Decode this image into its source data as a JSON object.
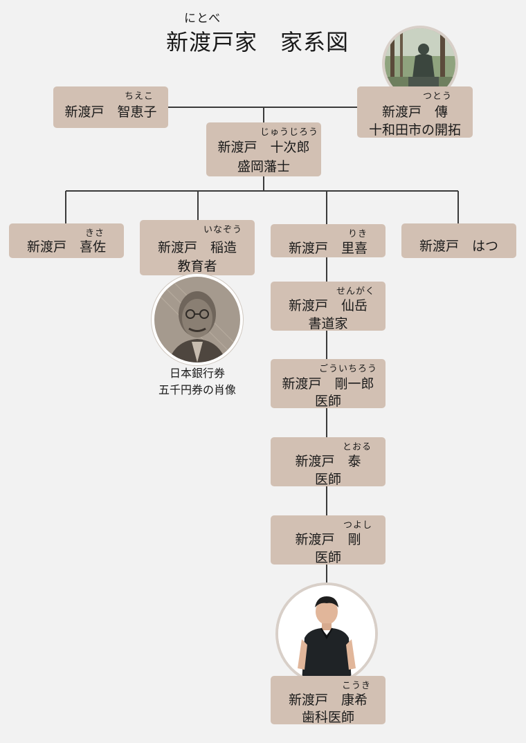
{
  "title": {
    "ruby": "にとべ",
    "text": "新渡戸家　家系図"
  },
  "people": {
    "chieko": {
      "ruby": "ちえこ",
      "name": "新渡戸　智恵子"
    },
    "tsuto": {
      "ruby": "つとう",
      "name": "新渡戸　傳",
      "role": "十和田市の開拓"
    },
    "jujiro": {
      "ruby": "じゅうじろう",
      "name": "新渡戸　十次郎",
      "role": "盛岡藩士"
    },
    "kisa": {
      "ruby": "きさ",
      "name": "新渡戸　喜佐"
    },
    "inazo": {
      "ruby": "いなぞう",
      "name": "新渡戸　稲造",
      "role": "教育者"
    },
    "riki": {
      "ruby": "りき",
      "name": "新渡戸　里喜"
    },
    "hatsu": {
      "name": "新渡戸　はつ"
    },
    "sengaku": {
      "ruby": "せんがく",
      "name": "新渡戸　仙岳",
      "role": "書道家"
    },
    "goichiro": {
      "ruby": "ごういちろう",
      "name": "新渡戸　剛一郎",
      "role": "医師"
    },
    "toru": {
      "ruby": "とおる",
      "name": "新渡戸　泰",
      "role": "医師"
    },
    "tsuyoshi": {
      "ruby": "つよし",
      "name": "新渡戸　剛",
      "role": "医師"
    },
    "koki": {
      "ruby": "こうき",
      "name": "新渡戸　康希",
      "role": "歯科医師"
    }
  },
  "caption": {
    "line1": "日本銀行券",
    "line2": "五千円券の肖像"
  },
  "colors": {
    "background": "#f2f2f2",
    "box": "#d2c0b3",
    "line": "#3a3a3a",
    "text": "#1a1a1a"
  }
}
